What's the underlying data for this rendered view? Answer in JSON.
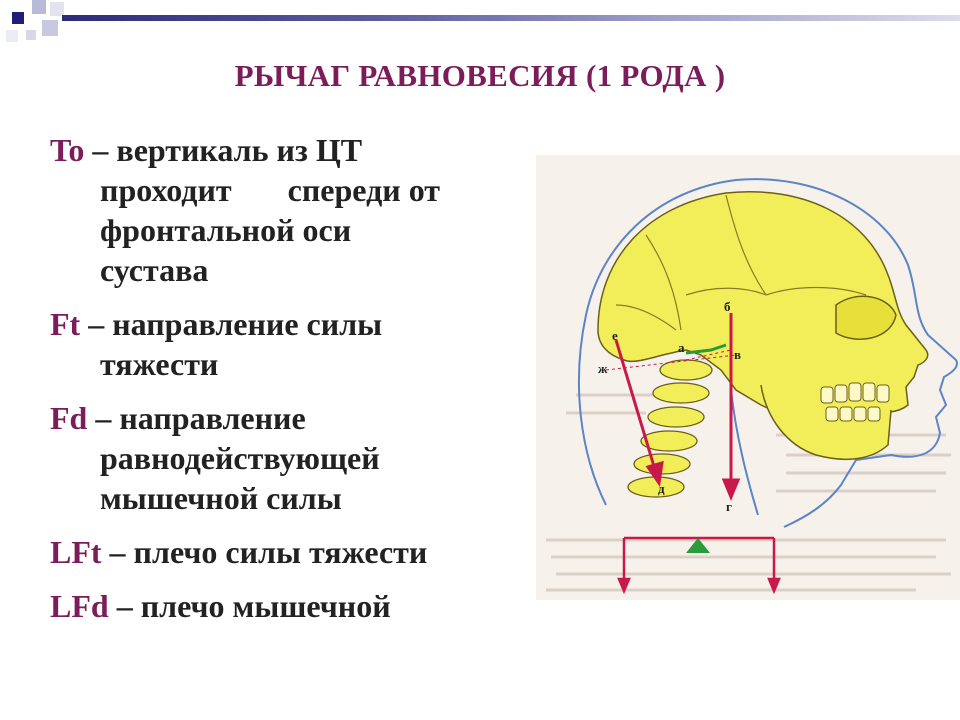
{
  "slide": {
    "title": "РЫЧАГ РАВНОВЕСИЯ (1 РОДА )"
  },
  "definitions": [
    {
      "term": "To",
      "lines": [
        " – вертикаль из ЦТ",
        "проходит       спереди от",
        "фронтальной оси",
        "сустава"
      ]
    },
    {
      "term": "Ft",
      "lines": [
        " – направление силы",
        "тяжести"
      ]
    },
    {
      "term": "Fd",
      "lines": [
        " – направление",
        "равнодействующей",
        "мышечной силы"
      ]
    },
    {
      "term": "LFt",
      "lines": [
        " – плечо силы тяжести"
      ]
    },
    {
      "term": "LFd",
      "lines": [
        " – плечо мышечной"
      ]
    }
  ],
  "figure": {
    "labels": {
      "b": "б",
      "v": "в",
      "e": "е",
      "a": "а",
      "zh": "ж",
      "d": "д",
      "g": "г"
    }
  },
  "colors": {
    "title": "#7a1d5a",
    "term": "#7a1d5a",
    "text": "#222222",
    "skull": "#f2ee5a",
    "arrow": "#c8194a",
    "fulcrum": "#2a9a3a"
  }
}
